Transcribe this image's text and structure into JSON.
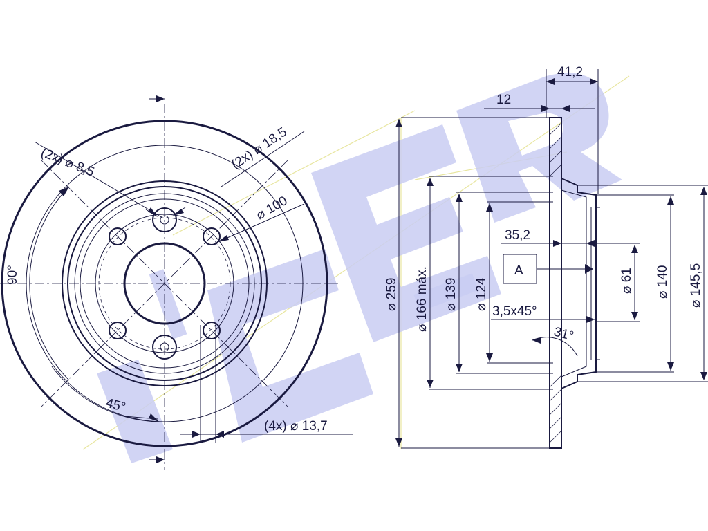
{
  "brand": {
    "logo_text": "ICER",
    "logo_color": "#c9cdf2",
    "line_color": "#1a1a40"
  },
  "front_view": {
    "hole_small": "(2x) ⌀ 8,5",
    "hole_large": "(2x) ⌀ 18,5",
    "pcd": "⌀ 100",
    "angle_90": "90°",
    "angle_45": "45°",
    "bolt_holes": "(4x) ⌀ 13,7"
  },
  "side_view": {
    "total_thickness": "41,2",
    "disc_thickness": "12",
    "hub_depth": "35,2",
    "chamfer": "3,5x45°",
    "angle_31": "31°",
    "datum": "A",
    "d_259": "⌀ 259",
    "d_166": "⌀ 166 máx.",
    "d_139": "⌀ 139",
    "d_124": "⌀ 124",
    "d_61": "⌀ 61",
    "d_140": "⌀ 140",
    "d_145": "⌀ 145,5"
  }
}
